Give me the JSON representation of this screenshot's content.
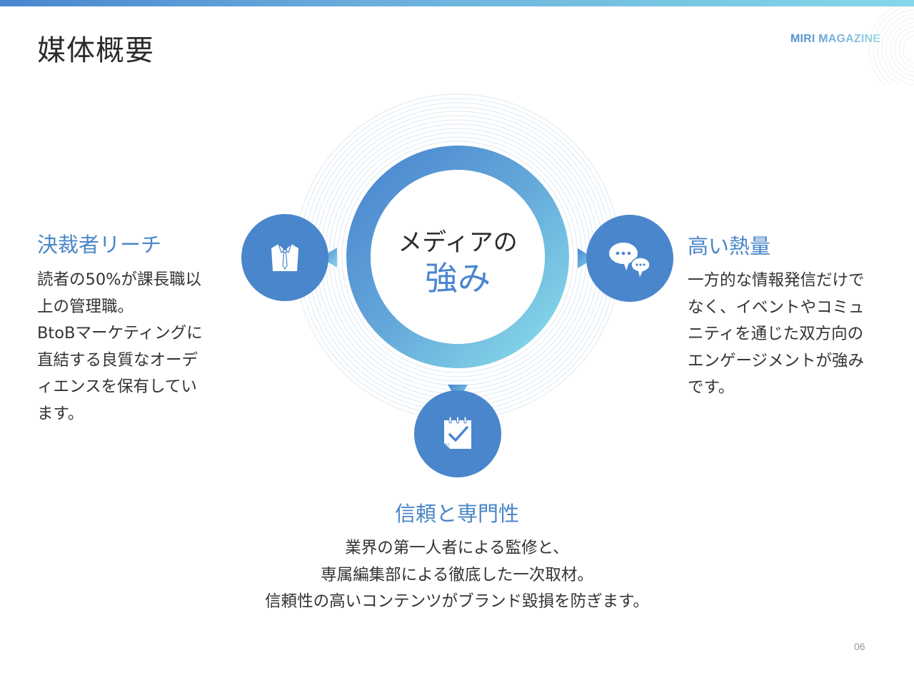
{
  "header": {
    "title": "媒体概要",
    "brand": "MIRI MAGAZINE"
  },
  "colors": {
    "accent": "#4a86cc",
    "accent_light": "#84d8e8",
    "title_blue": "#4a86c8",
    "text": "#333333"
  },
  "center": {
    "line1": "メディアの",
    "line2": "強み"
  },
  "strengths": {
    "left": {
      "icon": "shirt-tie-icon",
      "title": "決裁者リーチ",
      "lines": [
        "読者の50%が課長職以",
        "上の管理職。",
        "BtoBマーケティングに",
        "直結する良質なオーデ",
        "ィエンスを保有してい",
        "ます。"
      ]
    },
    "right": {
      "icon": "chat-bubbles-icon",
      "title": "高い熱量",
      "lines": [
        "一方的な情報発信だけで",
        "なく、イベントやコミュ",
        "ニティを通じた双方向の",
        "エンゲージメントが強み",
        "です。"
      ]
    },
    "bottom": {
      "icon": "checklist-notepad-icon",
      "title": "信頼と専門性",
      "lines": [
        "業界の第一人者による監修と、",
        "専属編集部による徹底した一次取材。",
        "信頼性の高いコンテンツがブランド毀損を防ぎます。"
      ]
    }
  },
  "footer": {
    "page_number": "06"
  }
}
